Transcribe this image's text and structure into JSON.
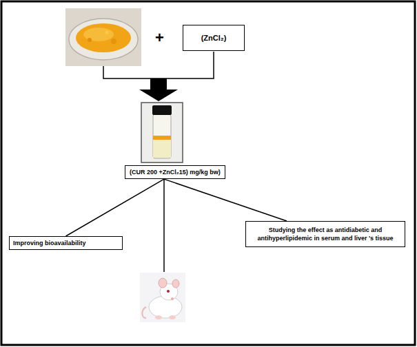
{
  "diagram": {
    "nodes": [
      {
        "text": [
          "(ZnCl₂)"
        ]
      },
      {
        "text": [
          "(CUR 200 +ZnCl₂15) mg/kg bw)"
        ]
      },
      {
        "text": [
          "Improving bioavailability"
        ]
      },
      {
        "text": [
          "Studying the effect as antidiabetic and antihyperlipidemic in serum and liver 's tissue"
        ]
      }
    ],
    "edges": [
      {
        "from": 1,
        "to": 2,
        "arrow": "none"
      },
      {
        "from": 1,
        "to": 3,
        "arrow": "none"
      }
    ],
    "labels": [
      "+"
    ]
  }
}
